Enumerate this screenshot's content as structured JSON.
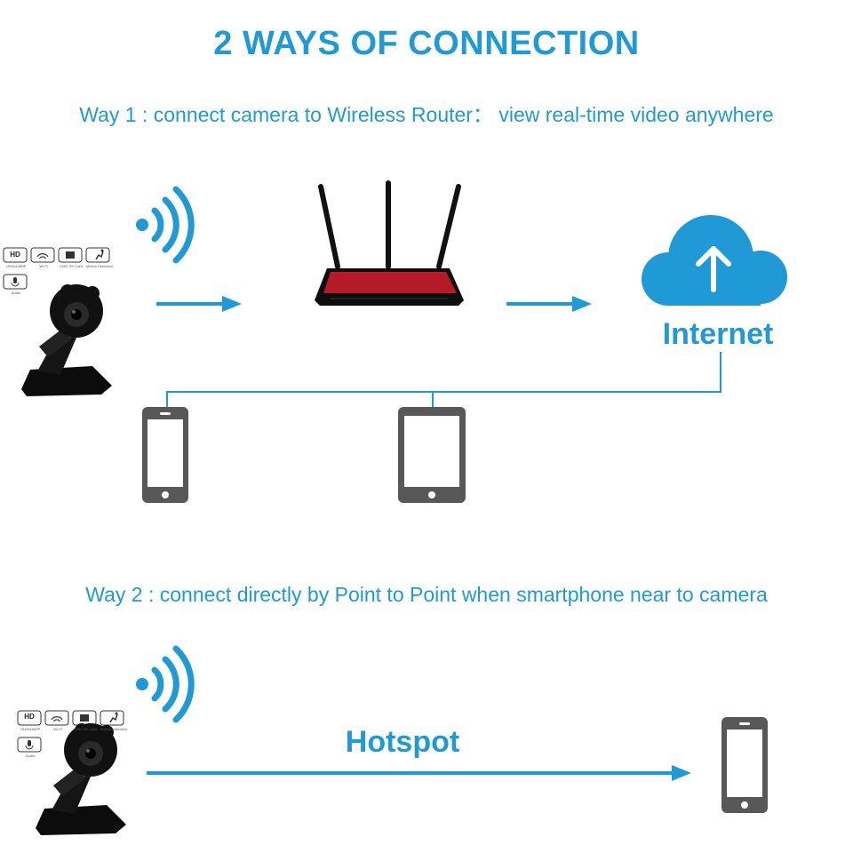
{
  "title": "2 WAYS OF CONNECTION",
  "way1": {
    "text": "Way 1 : connect camera to Wireless Router： view real-time video anywhere"
  },
  "way2": {
    "text": "Way 2 : connect directly by Point to Point when smartphone near to camera"
  },
  "internet_label": "Internet",
  "hotspot_label": "Hotspot",
  "badges": {
    "hd": "HD",
    "hd_caption": "1920x1080P",
    "wifi_caption": "Wi-Fi",
    "sd_caption": "128G SD Card",
    "motion_caption": "Motion Detection",
    "audio_caption": "Audio"
  },
  "colors": {
    "accent": "#1f9ad6",
    "device_gray": "#585858",
    "router_red": "#b51a26"
  }
}
